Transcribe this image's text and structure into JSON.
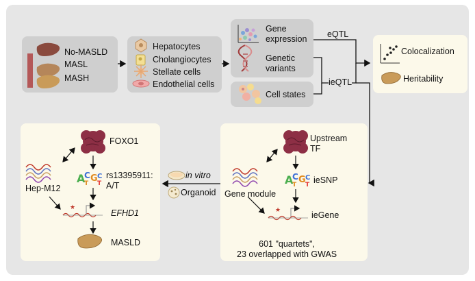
{
  "conditions": {
    "no_masld": "No-MASLD",
    "masl": "MASL",
    "mash": "MASH"
  },
  "cell_types": [
    "Hepatocytes",
    "Cholangiocytes",
    "Stellate cells",
    "Endothelial cells"
  ],
  "gene_expression": "Gene\nexpression",
  "genetic_variants": "Genetic\nvariants",
  "cell_states": "Cell states",
  "eqtl": "eQTL",
  "ieqtl": "ieQTL",
  "colocalization": "Colocalization",
  "heritability": "Heritability",
  "quartet": {
    "upstream_tf": "Upstream\nTF",
    "iesnp": "ieSNP",
    "gene_module": "Gene module",
    "iegene": "ieGene",
    "summary": "601 \"quartets\",\n23 overlapped with GWAS"
  },
  "validation": {
    "in_vitro": "in vitro",
    "organoid": "Organoid"
  },
  "example": {
    "foxo1": "FOXO1",
    "snp": "rs13395911:\nA/T",
    "hep_m12": "Hep-M12",
    "efhd1": "EFHD1",
    "masld": "MASLD"
  },
  "colors": {
    "panel": "#e6e6e6",
    "grey_box": "#cfcfcf",
    "cream_box": "#fcf9ea",
    "liver": "#b5865a",
    "liver_red": "#8a4a3e",
    "tf": "#8d2f45",
    "dna_red": "#c0392b",
    "dna_blue": "#5b6fbf",
    "dna_gold": "#c9a063"
  },
  "icons": [
    "liver-icon",
    "hepatocyte-icon",
    "cholangiocyte-icon",
    "stellate-icon",
    "endothelial-icon",
    "umap-icon",
    "dna-helix-icon",
    "cell-cluster-icon",
    "scatter-icon",
    "tf-protein-icon",
    "motif-logo-icon",
    "gene-wave-icon",
    "gene-structure-icon",
    "petri-dish-icon",
    "organoid-icon"
  ]
}
